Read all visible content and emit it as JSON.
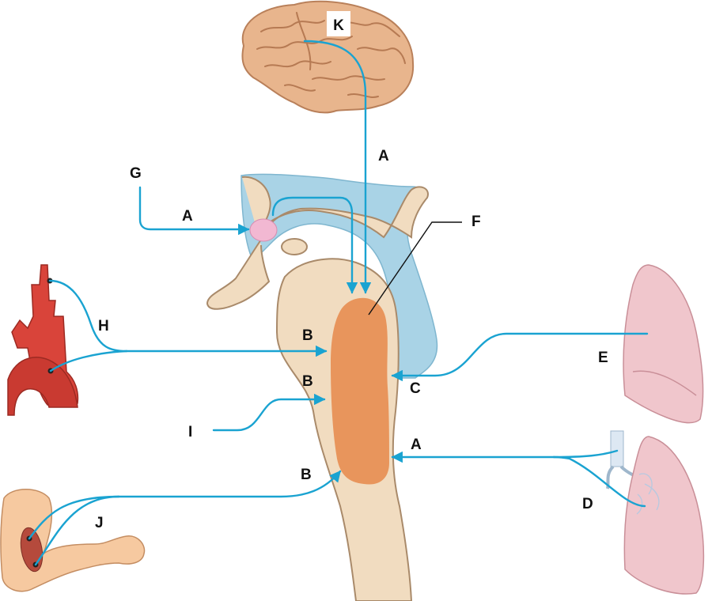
{
  "labels": {
    "k": "K",
    "a_brain": "A",
    "g": "G",
    "a_g": "A",
    "f": "F",
    "h": "H",
    "b_top": "B",
    "b_mid": "B",
    "b_low": "B",
    "c": "C",
    "e": "E",
    "i": "I",
    "a_lung": "A",
    "d": "D",
    "j": "J"
  },
  "colors": {
    "pathway": "#1aa3d1",
    "center": "#e8955c",
    "brainstem": "#f1dcc0",
    "csf": "#a9d3e6",
    "spot": "#f2b8d2",
    "aorta": "#d9443a",
    "lung": "#f0c6cc",
    "brain": "#e8b58d",
    "skin": "#f6c9a0"
  },
  "icons": [
    "brain-icon",
    "aorta-icon",
    "lung-icon",
    "trachea-bronchi-icon",
    "arm-muscle-icon"
  ]
}
